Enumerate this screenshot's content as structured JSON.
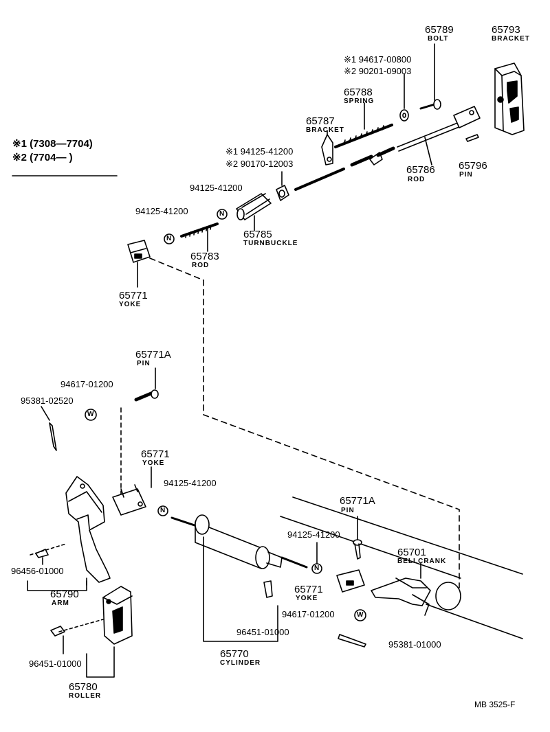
{
  "legend": {
    "line1": "※1  (7308—7704)",
    "line2": "※2  (7704—        )"
  },
  "labels": [
    {
      "id": "65789-num",
      "text": "65789"
    },
    {
      "id": "65789-name",
      "text": "BOLT"
    },
    {
      "id": "65793-num",
      "text": "65793"
    },
    {
      "id": "65793-name",
      "text": "BRACKET"
    },
    {
      "id": "94617-00800",
      "text": "※1  94617-00800"
    },
    {
      "id": "90201-09003",
      "text": "※2  90201-09003"
    },
    {
      "id": "65788-num",
      "text": "65788"
    },
    {
      "id": "65788-name",
      "text": "SPRING"
    },
    {
      "id": "65787-num",
      "text": "65787"
    },
    {
      "id": "65787-name",
      "text": "BRACKET"
    },
    {
      "id": "94125-41200-a",
      "text": "※1  94125-41200"
    },
    {
      "id": "90170-12003",
      "text": "※2  90170-12003"
    },
    {
      "id": "65786-num",
      "text": "65786"
    },
    {
      "id": "65786-name",
      "text": "ROD"
    },
    {
      "id": "65796-num",
      "text": "65796"
    },
    {
      "id": "65796-name",
      "text": "PIN"
    },
    {
      "id": "94125-41200-b",
      "text": "94125-41200"
    },
    {
      "id": "94125-41200-c",
      "text": "94125-41200"
    },
    {
      "id": "65785-num",
      "text": "65785"
    },
    {
      "id": "65785-name",
      "text": "TURNBUCKLE"
    },
    {
      "id": "65783-num",
      "text": "65783"
    },
    {
      "id": "65783-name",
      "text": "ROD"
    },
    {
      "id": "65771-top-num",
      "text": "65771"
    },
    {
      "id": "65771-top-name",
      "text": "YOKE"
    },
    {
      "id": "65771A-top-num",
      "text": "65771A"
    },
    {
      "id": "65771A-top-name",
      "text": "PIN"
    },
    {
      "id": "94617-01200-top",
      "text": "94617-01200"
    },
    {
      "id": "95381-02520",
      "text": "95381-02520"
    },
    {
      "id": "65771-mid-num",
      "text": "65771"
    },
    {
      "id": "65771-mid-name",
      "text": "YOKE"
    },
    {
      "id": "94125-41200-d",
      "text": "94125-41200"
    },
    {
      "id": "65771A-bot-num",
      "text": "65771A"
    },
    {
      "id": "65771A-bot-name",
      "text": "PIN"
    },
    {
      "id": "94125-41200-e",
      "text": "94125-41200"
    },
    {
      "id": "65701-num",
      "text": "65701"
    },
    {
      "id": "65701-name",
      "text": "BELLCRANK"
    },
    {
      "id": "96456-01000",
      "text": "96456-01000"
    },
    {
      "id": "65790-num",
      "text": "65790"
    },
    {
      "id": "65790-name",
      "text": "ARM"
    },
    {
      "id": "65771-bot-num",
      "text": "65771"
    },
    {
      "id": "65771-bot-name",
      "text": "YOKE"
    },
    {
      "id": "94617-01200-bot",
      "text": "94617-01200"
    },
    {
      "id": "96451-01000-a",
      "text": "96451-01000"
    },
    {
      "id": "96451-01000-b",
      "text": "96451-01000"
    },
    {
      "id": "95381-01000",
      "text": "95381-01000"
    },
    {
      "id": "65770-num",
      "text": "65770"
    },
    {
      "id": "65770-name",
      "text": "CYLINDER"
    },
    {
      "id": "65780-num",
      "text": "65780"
    },
    {
      "id": "65780-name",
      "text": "ROLLER"
    }
  ],
  "washer_marks": {
    "n": "N",
    "w": "W"
  },
  "footer": {
    "code": "MB  3525-F"
  }
}
